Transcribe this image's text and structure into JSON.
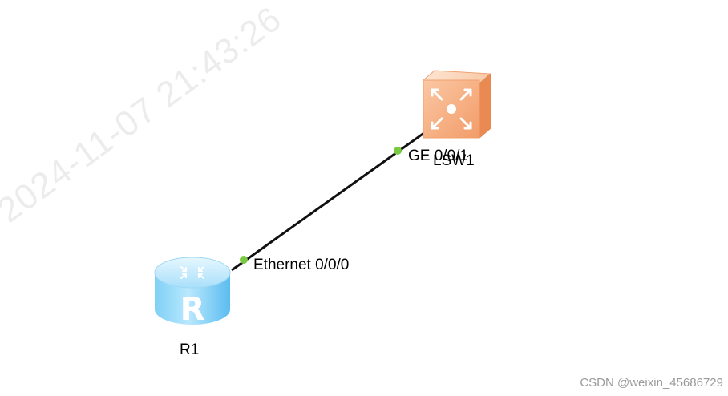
{
  "devices": {
    "router": {
      "name": "R1",
      "type": "router"
    },
    "switch": {
      "name": "LSW1",
      "type": "switch"
    }
  },
  "link": {
    "router_port": "Ethernet 0/0/0",
    "switch_port": "GE 0/0/1",
    "status_color": "#7ac943"
  },
  "watermark": {
    "timestamp": "2024-11-07  21:43:26"
  },
  "footer": {
    "credit": "CSDN @weixin_45686729"
  },
  "colors": {
    "router_light": "#cfeefc",
    "router_dark": "#4fb8ee",
    "switch_light": "#fde2cc",
    "switch_dark": "#f3a478",
    "link": "#111111"
  }
}
